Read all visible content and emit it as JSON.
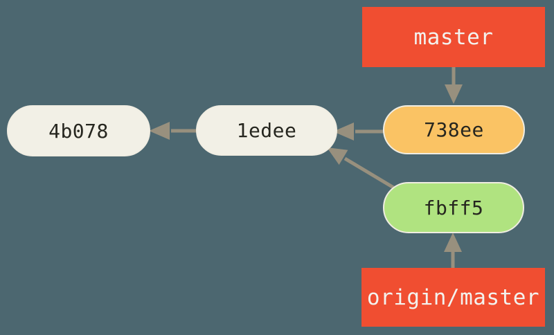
{
  "diagram": {
    "type": "git-commit-graph",
    "background": "#4C6770",
    "colors": {
      "arrow": "#98907E",
      "commit_cream": "#F2F0E6",
      "commit_orange": "#FAC364",
      "commit_green": "#B0E380",
      "ref_red": "#F04E31",
      "pill_border": "#F0EDE2",
      "commit_text": "#26261F",
      "ref_text": "#F3F2EE"
    },
    "nodes": [
      {
        "id": "4b078",
        "label": "4b078",
        "kind": "commit",
        "fill": "#F2F0E6"
      },
      {
        "id": "1edee",
        "label": "1edee",
        "kind": "commit",
        "fill": "#F2F0E6"
      },
      {
        "id": "738ee",
        "label": "738ee",
        "kind": "commit",
        "fill": "#FAC364"
      },
      {
        "id": "fbff5",
        "label": "fbff5",
        "kind": "commit",
        "fill": "#B0E380"
      }
    ],
    "refs": [
      {
        "id": "master",
        "label": "master",
        "kind": "branch-ref",
        "fill": "#F04E31",
        "points_to": "738ee"
      },
      {
        "id": "origin-master",
        "label": "origin/master",
        "kind": "branch-ref",
        "fill": "#F04E31",
        "points_to": "fbff5"
      }
    ],
    "edges": [
      {
        "from": "1edee",
        "to": "4b078",
        "meaning": "parent link"
      },
      {
        "from": "738ee",
        "to": "1edee",
        "meaning": "parent link"
      },
      {
        "from": "fbff5",
        "to": "1edee",
        "meaning": "parent link"
      },
      {
        "from": "master",
        "to": "738ee",
        "meaning": "ref pointer"
      },
      {
        "from": "origin/master",
        "to": "fbff5",
        "meaning": "ref pointer"
      }
    ]
  }
}
